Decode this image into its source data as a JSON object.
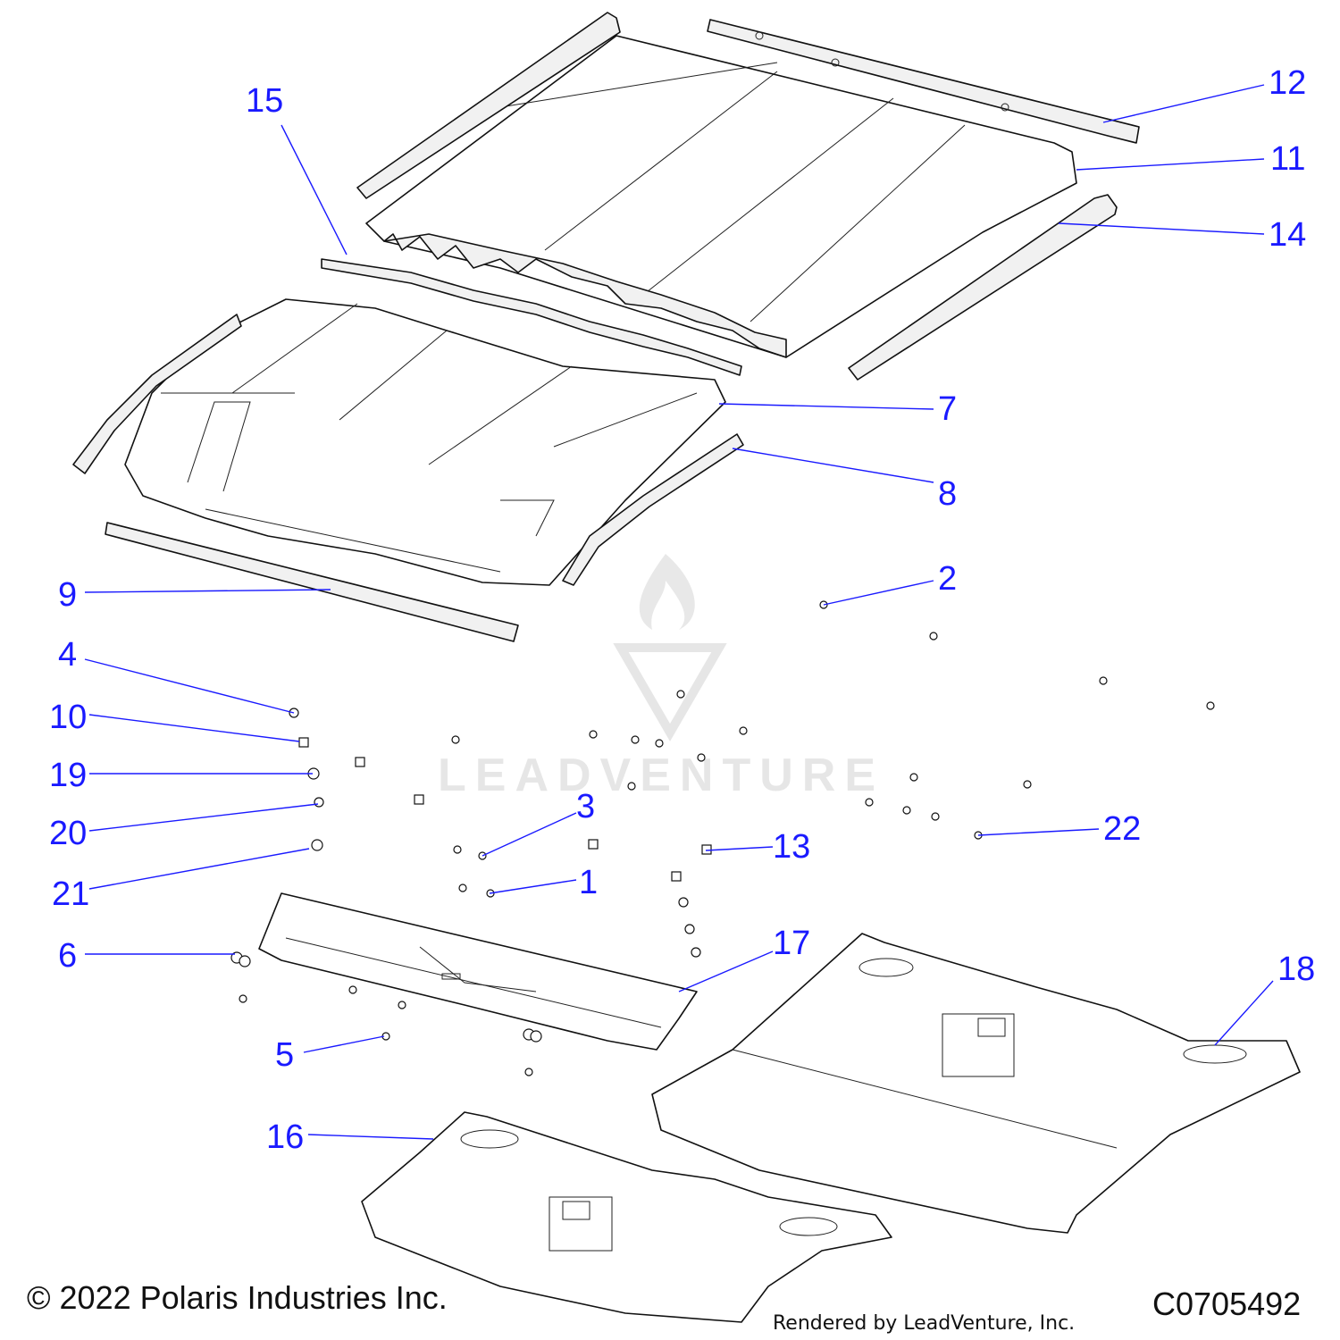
{
  "diagram": {
    "callouts": [
      "1",
      "2",
      "3",
      "4",
      "5",
      "6",
      "7",
      "8",
      "9",
      "10",
      "11",
      "12",
      "13",
      "14",
      "15",
      "16",
      "17",
      "18",
      "19",
      "20",
      "21",
      "22"
    ],
    "watermark_text": "LEADVENTURE",
    "copyright": "© 2022 Polaris Industries Inc.",
    "diagram_id": "C0705492",
    "rendered_by": "Rendered by LeadVenture, Inc.",
    "callout_color": "#1a1aff"
  }
}
